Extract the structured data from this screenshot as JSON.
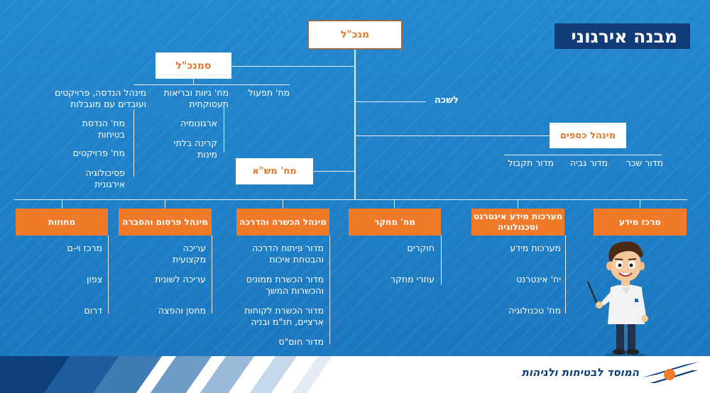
{
  "title": "מבנה אירגוני",
  "ceo": "מנכ\"ל",
  "deputy_ceo": "סמנכ\"ל",
  "branch": "לשכה",
  "finance": {
    "head": "מינהל כספים",
    "units": [
      "מדור שכר",
      "מדור גביה",
      "מדור תקבול"
    ]
  },
  "admin": "מח' מש\"א",
  "deputy_units": {
    "operations": "מח' תפעול",
    "hr_safety": "מח' גיוות ובריאות תעסוקתית",
    "ergonomics": "ארגונומיה",
    "ionizing": "קרינה בלתי מינות",
    "engineering": "מינהל הנדסה, פרויקטים ועובדים עם מוגבלות",
    "safety_eng": "מח' הנדסת בטיחות",
    "projects": "מח' פרויקטים",
    "psychology": "פסיכולוגיה אירגונית"
  },
  "departments": [
    {
      "head": "מרכז מידע",
      "items": []
    },
    {
      "head": "מערכות מידע אינטרנט וטכנולוגיה",
      "items": [
        "מערכות מידע",
        "יח' אינטרנט",
        "מח' טכנולוגיה"
      ]
    },
    {
      "head": "מח' מחקר",
      "items": [
        "חוקרים",
        "עוזרי מחקר"
      ]
    },
    {
      "head": "מינהל הכשרה והדרכה",
      "items": [
        "מדור פיתוח הדרכה והבטחת איכות",
        "מדור הכשרת ממונים והכשרות המשך",
        "מדור הכשרת לקוחות ארציים, חנ\"מ ובניה",
        "מדור חום\"ס"
      ]
    },
    {
      "head": "מינהל פרסום והסברה",
      "items": [
        "עריכה מקצועית",
        "עריכה לשונית",
        "מחסן והפצה"
      ]
    },
    {
      "head": "מחוזות",
      "items": [
        "מרכז וי-ם",
        "צפון",
        "דרום"
      ]
    }
  ],
  "footer_logo_text": "המוסד לבטיחות ולגיהות",
  "colors": {
    "background": "#1f7fc4",
    "accent": "#ef7a2a",
    "title_bg": "#113c78"
  }
}
